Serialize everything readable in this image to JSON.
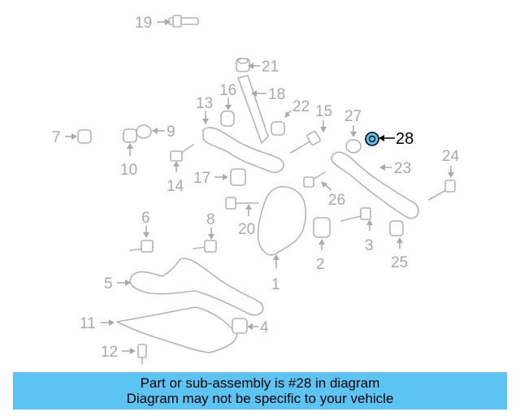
{
  "callouts": {
    "n1": "1",
    "n2": "2",
    "n3": "3",
    "n4": "4",
    "n5": "5",
    "n6": "6",
    "n7": "7",
    "n8": "8",
    "n10": "10",
    "n11": "11",
    "n12": "12",
    "n13": "13",
    "n14": "14",
    "n15": "15",
    "n16": "16",
    "n17": "17",
    "n18": "18",
    "n19": "19",
    "n20": "20",
    "n21": "21",
    "n22": "22",
    "n23": "23",
    "n24": "24",
    "n25": "25",
    "n26": "26",
    "n27": "27",
    "n28": "28",
    "n9": "9"
  },
  "highlight": {
    "part_number": "28",
    "color": "#5bc4f2"
  },
  "banner": {
    "line1": "Part or sub-assembly is #28 in diagram",
    "line2": "Diagram may not be specific to your vehicle",
    "color": "#5bc4f2"
  }
}
